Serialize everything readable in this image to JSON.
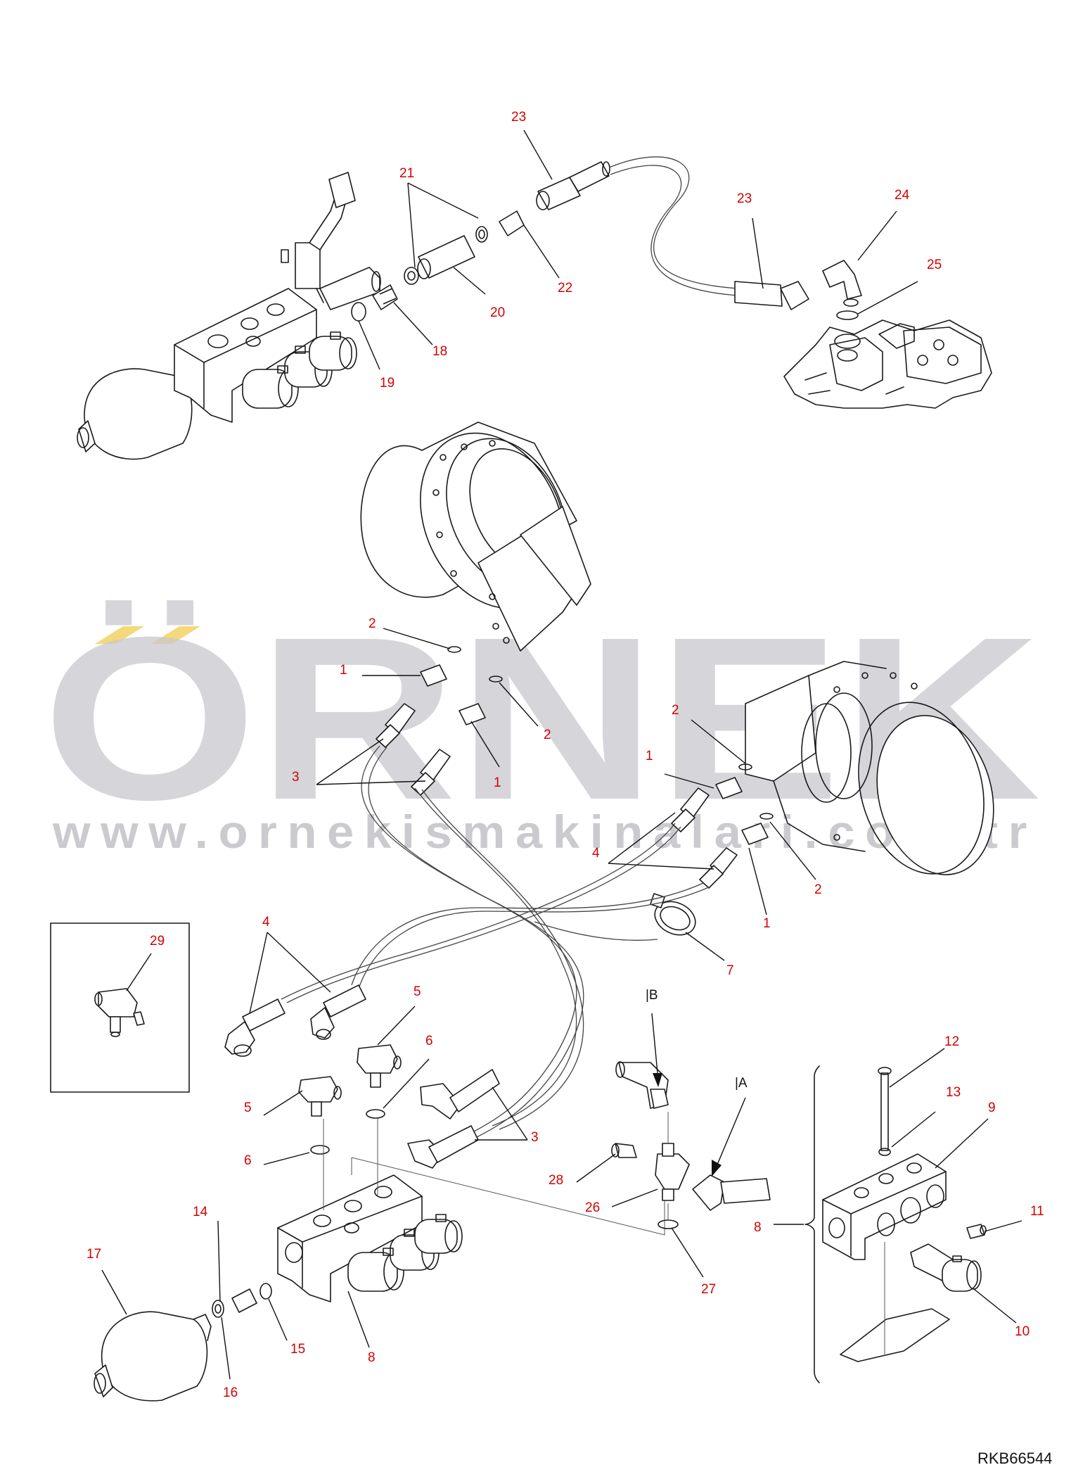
{
  "drawing_number": "RKB66544",
  "watermark": {
    "brand": "ÖRNEK",
    "url": "www.ornekismakinalari.com.tr",
    "accent_color": "#f5d87a",
    "text_color": "#c8c8ce"
  },
  "view_refs": {
    "a": "|A",
    "b": "|B"
  },
  "callouts": {
    "c1a": "1",
    "c1b": "1",
    "c1c": "1",
    "c1d": "1",
    "c2a": "2",
    "c2b": "2",
    "c2c": "2",
    "c2d": "2",
    "c3a": "3",
    "c3b": "3",
    "c4a": "4",
    "c4b": "4",
    "c5a": "5",
    "c5b": "5",
    "c6a": "6",
    "c6b": "6",
    "c7": "7",
    "c8a": "8",
    "c8b": "8",
    "c9": "9",
    "c10": "10",
    "c11": "11",
    "c12": "12",
    "c13": "13",
    "c14": "14",
    "c15": "15",
    "c16": "16",
    "c17": "17",
    "c18": "18",
    "c19": "19",
    "c20": "20",
    "c21": "21",
    "c22": "22",
    "c23a": "23",
    "c23b": "23",
    "c24": "24",
    "c25": "25",
    "c26": "26",
    "c27": "27",
    "c28": "28",
    "c29": "29"
  },
  "colors": {
    "callout": "#d40000",
    "line": "#1a1a1a"
  }
}
